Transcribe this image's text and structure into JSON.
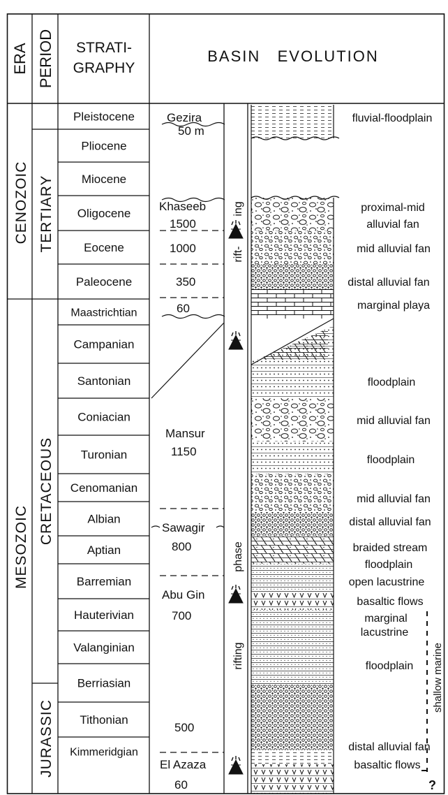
{
  "headers": {
    "era": "ERA",
    "period": "PERIOD",
    "stratigraphy_line1": "STRATI-",
    "stratigraphy_line2": "GRAPHY",
    "basin_evolution": "BASIN   EVOLUTION"
  },
  "eras": [
    "CENOZOIC",
    "MESOZOIC"
  ],
  "periods": [
    "TERTIARY",
    "CRETACEOUS",
    "JURASSIC"
  ],
  "stages": [
    "Pleistocene",
    "Pliocene",
    "Miocene",
    "Oligocene",
    "Eocene",
    "Paleocene",
    "Maastrichtian",
    "Campanian",
    "Santonian",
    "Coniacian",
    "Turonian",
    "Cenomanian",
    "Albian",
    "Aptian",
    "Barremian",
    "Hauterivian",
    "Valanginian",
    "Berriasian",
    "Tithonian",
    "Kimmeridgian"
  ],
  "formations": [
    {
      "name": "Gezira",
      "thickness": "50 m"
    },
    {
      "name": "Khaseeb",
      "thickness": "1500"
    },
    {
      "name": "",
      "thickness": "1000"
    },
    {
      "name": "",
      "thickness": "350"
    },
    {
      "name": "",
      "thickness": "60"
    },
    {
      "name": "Mansur",
      "thickness": "1150"
    },
    {
      "name": "Sawagir",
      "thickness": "800"
    },
    {
      "name": "Abu Gin",
      "thickness": "700"
    },
    {
      "name": "",
      "thickness": "500"
    },
    {
      "name": "El Azaza",
      "thickness": "60"
    }
  ],
  "phase_labels": [
    "rift-",
    "ing",
    "phase",
    "rifting"
  ],
  "environments": [
    "fluvial-floodplain",
    "proximal-mid",
    "alluvial fan",
    "mid alluvial fan",
    "distal alluvial fan",
    "marginal playa",
    "floodplain",
    "mid alluvial fan",
    "floodplain",
    "mid alluvial fan",
    "distal alluvial fan",
    "braided stream",
    "floodplain",
    "open lacustrine",
    "basaltic flows",
    "marginal",
    "lacustrine",
    "floodplain",
    "distal alluvial fan",
    "basaltic flows"
  ],
  "shallow_marine": "shallow marine",
  "question_mark": "?"
}
